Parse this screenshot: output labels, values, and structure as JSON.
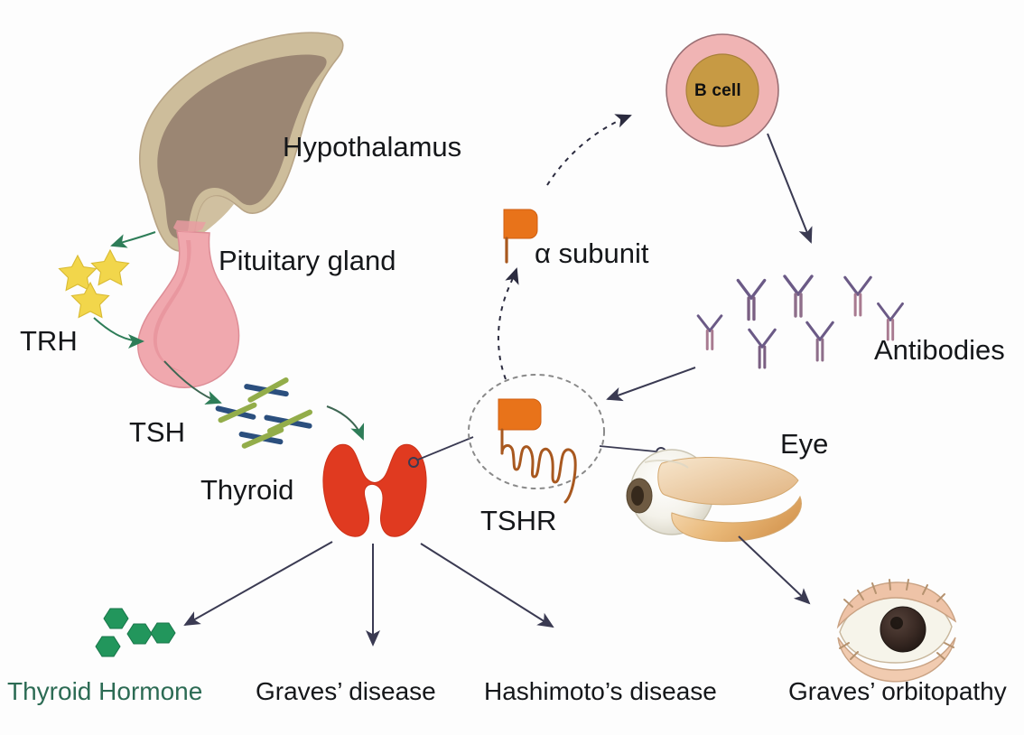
{
  "figure": {
    "title_present": false,
    "background": "#fdfdfd",
    "description": "Hypothalamic-pituitary-thyroid axis and TSH receptor autoimmunity diagram"
  },
  "palette": {
    "hypothalamus_outer": "#cdbd9b",
    "hypothalamus_inner": "#9b8673",
    "pituitary_light": "#f0a8ae",
    "pituitary_dark": "#e8949c",
    "trh_star": "#f2d64b",
    "tsh_blue": "#2b4f7e",
    "tsh_green": "#93ad4a",
    "thyroid_red": "#e03a20",
    "hormone_green": "#22965c",
    "bcell_ring": "#f0b4b4",
    "bcell_nucleus": "#c79a44",
    "antibody_purple": "#6b5a86",
    "antibody_mauve": "#a87a90",
    "receptor_orange": "#e8731a",
    "receptor_brown": "#a8581f",
    "eye_muscle": "#e8b778",
    "eye_sclera": "#f2f0e8",
    "orbitopathy_skin": "#eec3a7",
    "arrow_dark": "#3a3a52",
    "arrow_green": "#2e7d58",
    "text_black": "#15171a",
    "text_green": "#2c6b54"
  },
  "labels": {
    "hypothalamus": "Hypothalamus",
    "pituitary_gland": "Pituitary gland",
    "trh": "TRH",
    "tsh": "TSH",
    "thyroid": "Thyroid",
    "tshr": "TSHR",
    "alpha_subunit": "α subunit",
    "b_cell": "B cell",
    "antibodies": "Antibodies",
    "eye": "Eye"
  },
  "outcomes": [
    {
      "id": "thyroid-hormone",
      "label": "Thyroid Hormone",
      "color": "#2c6b54"
    },
    {
      "id": "graves-disease",
      "label": "Graves’ disease",
      "color": "#15171a"
    },
    {
      "id": "hashimotos-disease",
      "label": "Hashimoto’s disease",
      "color": "#15171a"
    },
    {
      "id": "graves-orbitopathy",
      "label": "Graves’ orbitopathy",
      "color": "#15171a"
    }
  ],
  "elements": {
    "trh_star_count": 3,
    "tsh_molecule_count": 4,
    "thyroid_hormone_hexagon_count": 4,
    "antibody_count": 7
  },
  "connections": [
    {
      "from": "hypothalamus",
      "to": "trh",
      "style": "solid-curved"
    },
    {
      "from": "trh",
      "to": "pituitary_gland",
      "style": "solid-curved"
    },
    {
      "from": "pituitary_gland",
      "to": "tsh",
      "style": "solid-curved"
    },
    {
      "from": "tsh",
      "to": "thyroid",
      "style": "solid-curved"
    },
    {
      "from": "thyroid",
      "to": "tshr",
      "style": "leader-line"
    },
    {
      "from": "tshr",
      "to": "alpha_subunit",
      "style": "dashed"
    },
    {
      "from": "alpha_subunit",
      "to": "b_cell",
      "style": "dashed-curved"
    },
    {
      "from": "b_cell",
      "to": "antibodies",
      "style": "solid"
    },
    {
      "from": "antibodies",
      "to": "tshr",
      "style": "solid"
    },
    {
      "from": "tshr",
      "to": "eye",
      "style": "leader-line"
    },
    {
      "from": "thyroid",
      "to": "thyroid-hormone",
      "style": "solid"
    },
    {
      "from": "thyroid",
      "to": "graves-disease",
      "style": "solid"
    },
    {
      "from": "thyroid",
      "to": "hashimotos-disease",
      "style": "solid"
    },
    {
      "from": "eye",
      "to": "graves-orbitopathy",
      "style": "solid"
    }
  ]
}
